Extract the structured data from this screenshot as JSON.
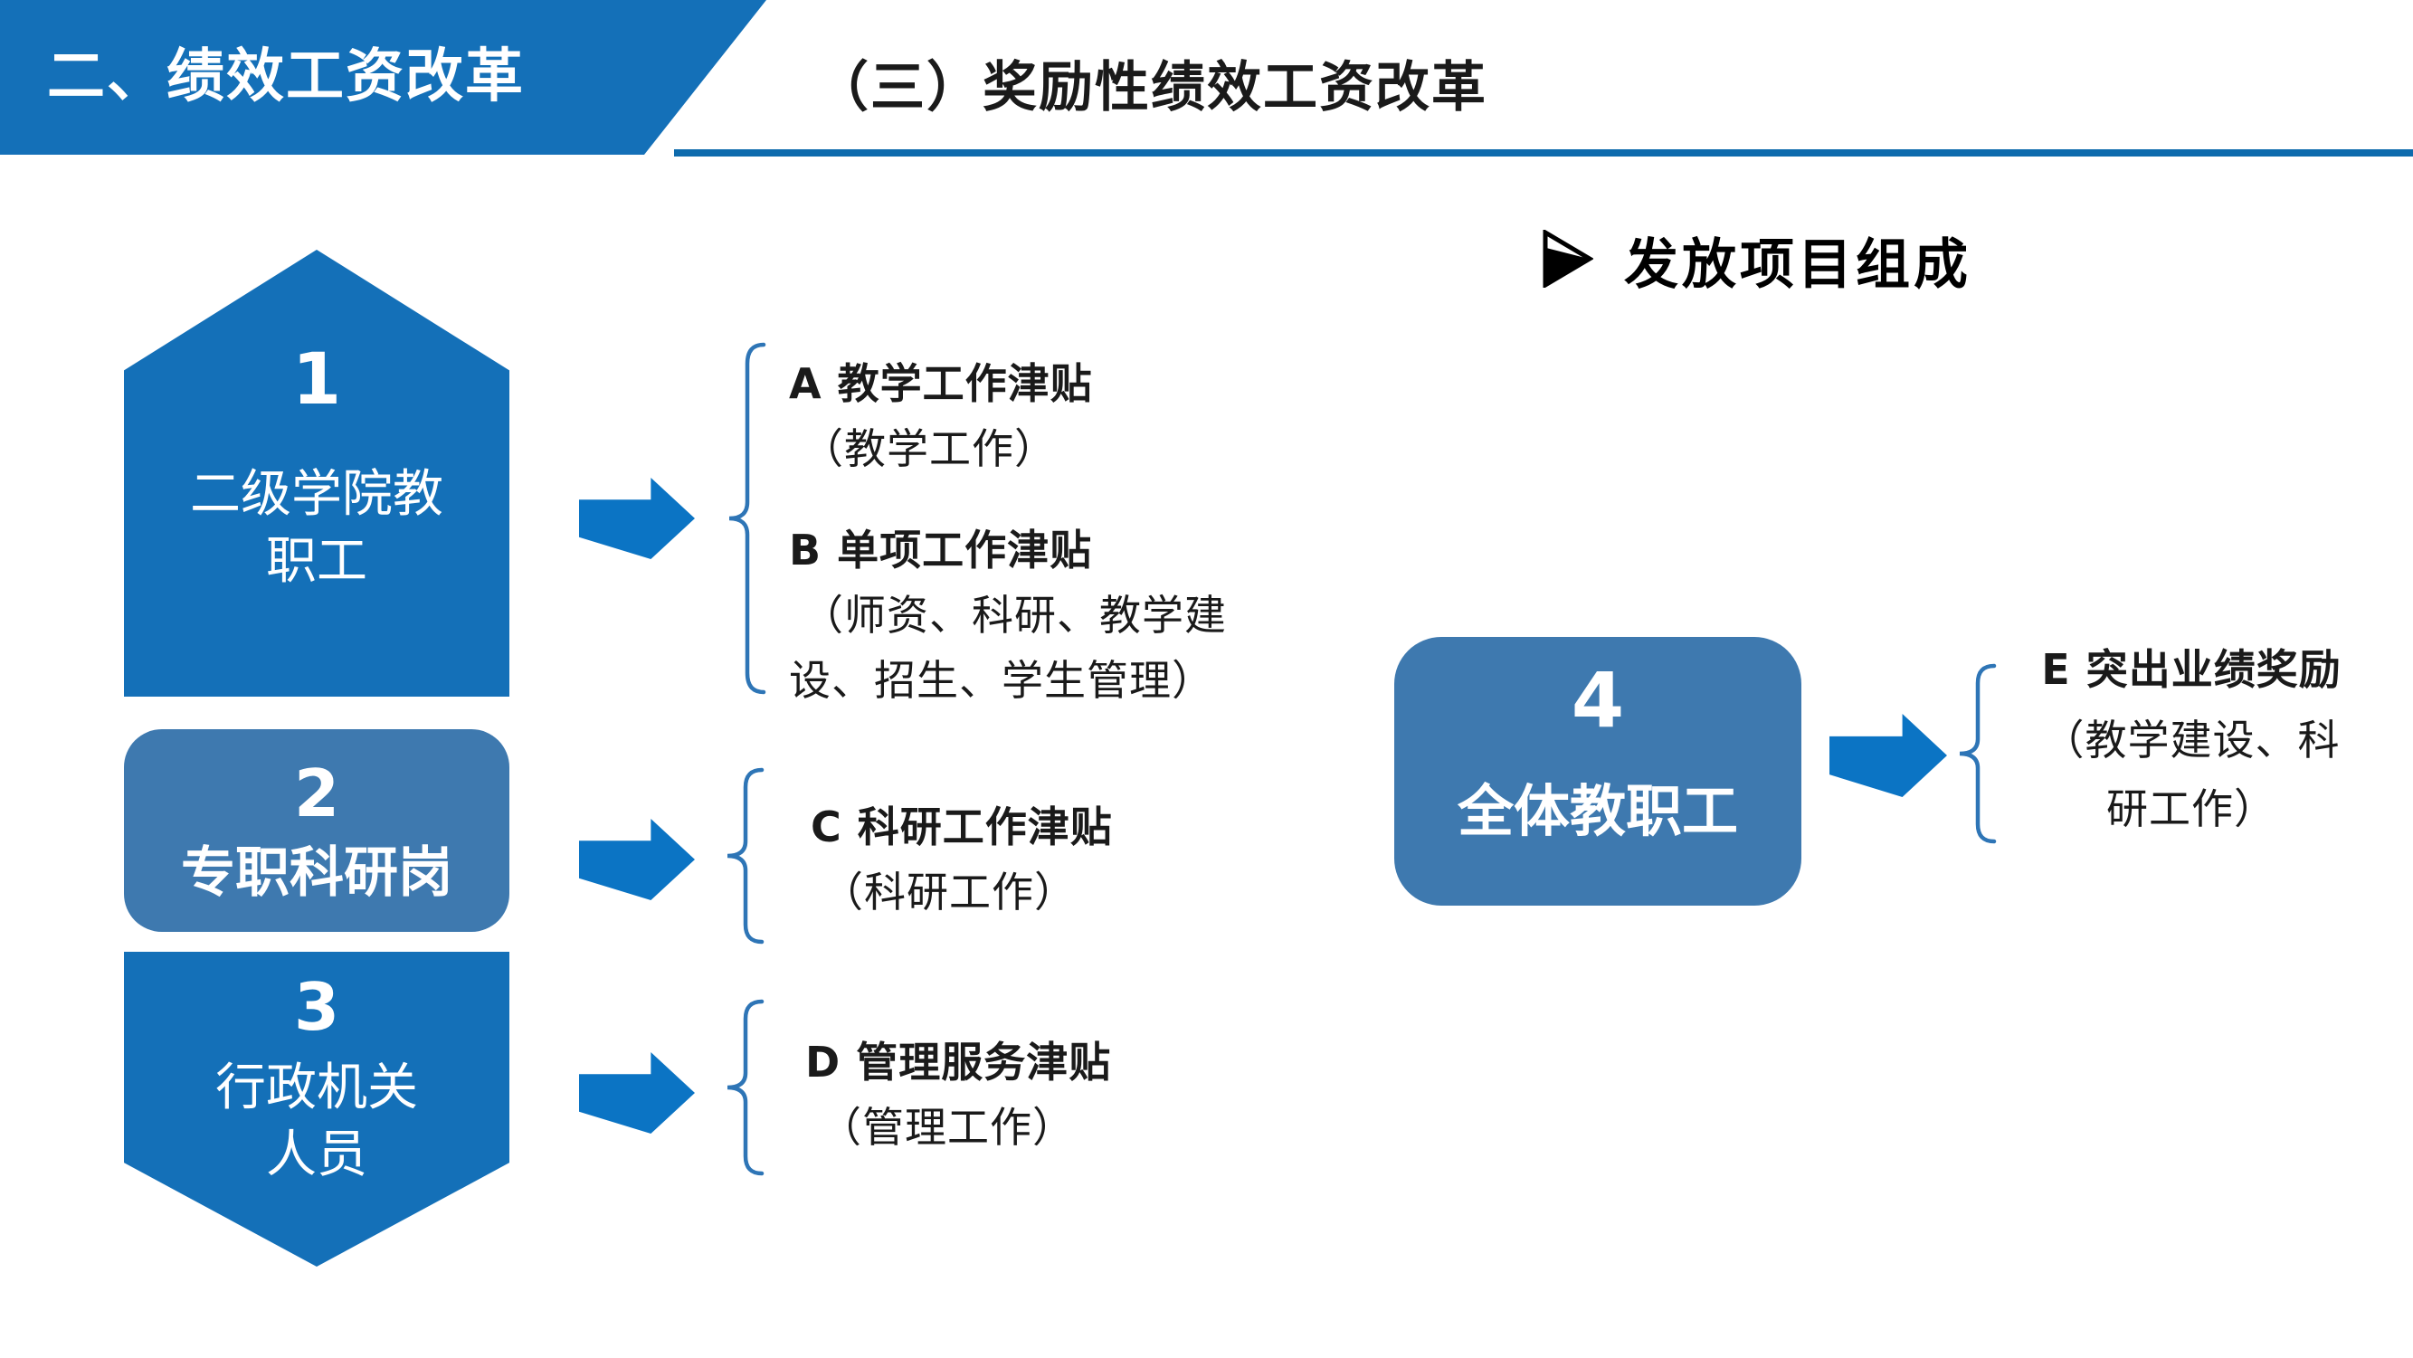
{
  "colors": {
    "primary_blue": "#1470B8",
    "steel_blue": "#3E79AF",
    "arrow_blue": "#0B74C4",
    "underline_blue": "#0E6BAD",
    "brace_blue": "#2E75B6",
    "text_black": "#1A1A1A"
  },
  "header": {
    "banner_title": "二、绩效工资改革",
    "section_title": "（三）奖励性绩效工资改革"
  },
  "heading": {
    "bullet_icon": "right-arrowhead",
    "text": "发放项目组成"
  },
  "shapes": {
    "s1": {
      "number": "1",
      "line1": "二级学院教",
      "line2": "职工"
    },
    "s2": {
      "number": "2",
      "line1": "专职科研岗"
    },
    "s3": {
      "number": "3",
      "line1": "行政机关",
      "line2": "人员"
    },
    "s4": {
      "number": "4",
      "line1": "全体教职工"
    }
  },
  "items": {
    "a": {
      "title": "A  教学工作津贴",
      "sub1": "（教学工作）"
    },
    "b": {
      "title": "B  单项工作津贴",
      "sub1": "（师资、科研、教学建",
      "sub2": "设、招生、学生管理）"
    },
    "c": {
      "title": "C  科研工作津贴",
      "sub1": "（科研工作）"
    },
    "d": {
      "title": "D 管理服务津贴",
      "sub1": "（管理工作）"
    },
    "e": {
      "title": "E 突出业绩奖励",
      "sub1": "（教学建设、科",
      "sub2": "研工作）"
    }
  }
}
